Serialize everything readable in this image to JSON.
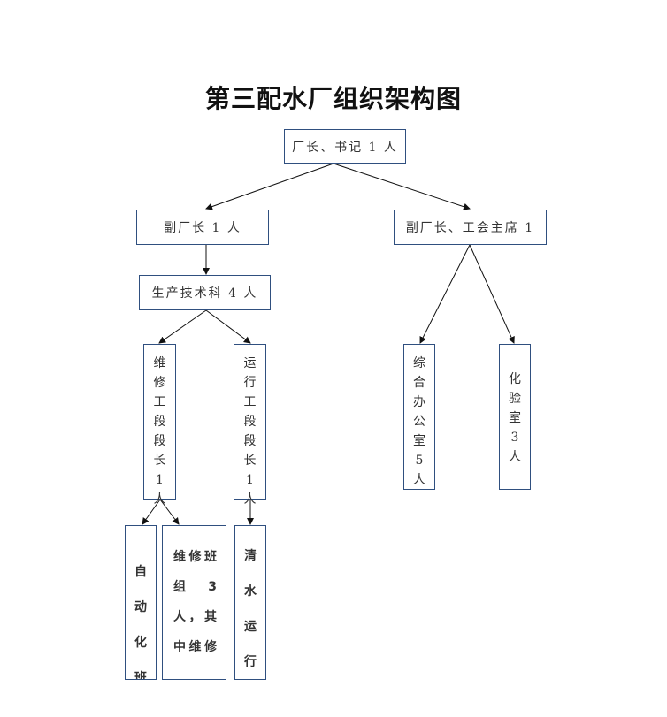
{
  "title": "第三配水厂组织架构图",
  "nodes": {
    "director": "厂长、书记 1 人",
    "deputy_left": "副厂长 1 人",
    "deputy_right": "副厂长、工会主席 1",
    "tech_dept": "生产技术科 4 人",
    "maintenance_section": "维修工段段长1人",
    "operation_section": "运行工段段长1人",
    "general_office": "综合办公室5人",
    "lab": "化验室3人",
    "automation_team": "自动化班",
    "maintenance_team": "维修班组 3人，其中维修",
    "water_operation": "清水运行"
  }
}
